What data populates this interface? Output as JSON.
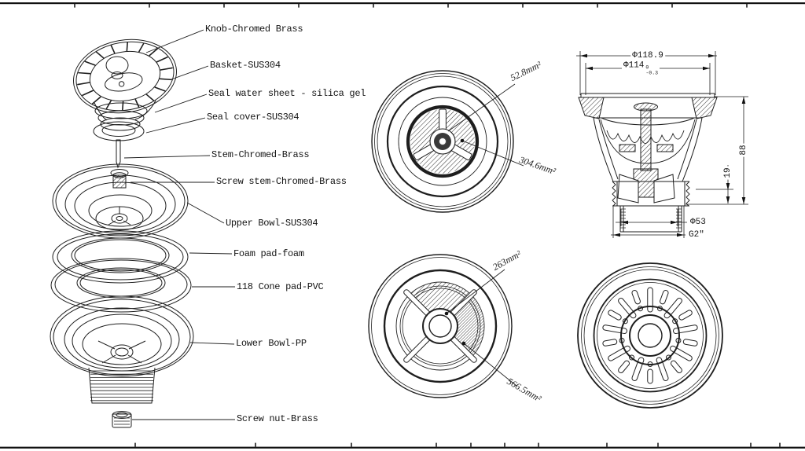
{
  "exploded_view": {
    "labels": [
      "Knob-Chromed Brass",
      "Basket-SUS304",
      "Seal water sheet - silica gel",
      "Seal cover-SUS304",
      "Stem-Chromed-Brass",
      "Screw stem-Chromed-Brass",
      "Upper Bowl-SUS304",
      "Foam pad-foam",
      "118 Cone pad-PVC",
      "Lower Bowl-PP",
      "Screw nut-Brass"
    ]
  },
  "area_annotations": {
    "upper_view": [
      "52.8mm²",
      "304.6mm²"
    ],
    "lower_view": [
      "263mm²",
      "566.5mm²"
    ]
  },
  "section_view": {
    "dia_top": "Φ118.9",
    "dia_inner": "Φ114",
    "tol_upper": "0",
    "tol_lower": "-0.3",
    "height": "88",
    "thread_len": "19",
    "dia_bottom": "Φ53",
    "thread_spec": "G2″"
  },
  "colors": {
    "line": "#1e1e1e",
    "background": "#ffffff"
  }
}
